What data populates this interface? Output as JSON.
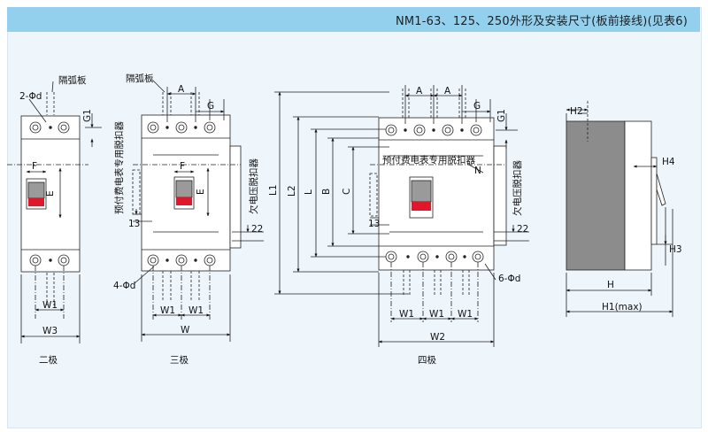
{
  "title": "NM1-63、125、250外形及安装尺寸(板前接线)(见表6)",
  "labels": {
    "barrier": "隔弧板",
    "meter_release": "预付费电表专用脱扣器",
    "undervoltage_release": "欠电压脱扣器",
    "n_pole": "N",
    "hole_2": "2-Φd",
    "hole_4": "4-Φd",
    "hole_6": "6-Φd",
    "dim_A": "A",
    "dim_B": "B",
    "dim_C": "C",
    "dim_E": "E",
    "dim_F": "F",
    "dim_G": "G",
    "dim_G1": "G1",
    "dim_H": "H",
    "dim_H1": "H1(max)",
    "dim_H2": "H2",
    "dim_H3": "H3",
    "dim_H4": "H4",
    "dim_L": "L",
    "dim_L1": "L1",
    "dim_L2": "L2",
    "dim_W": "W",
    "dim_W1": "W1",
    "dim_W2": "W2",
    "dim_W3": "W3",
    "dim_13": "13",
    "dim_22": "22"
  },
  "captions": {
    "two_pole": "二极",
    "three_pole": "三极",
    "four_pole": "四极"
  },
  "colors": {
    "header": "#92d0ee",
    "panel": "#eef5fb",
    "handle_red": "#e0162b",
    "side_gray": "#8c8c8c"
  }
}
